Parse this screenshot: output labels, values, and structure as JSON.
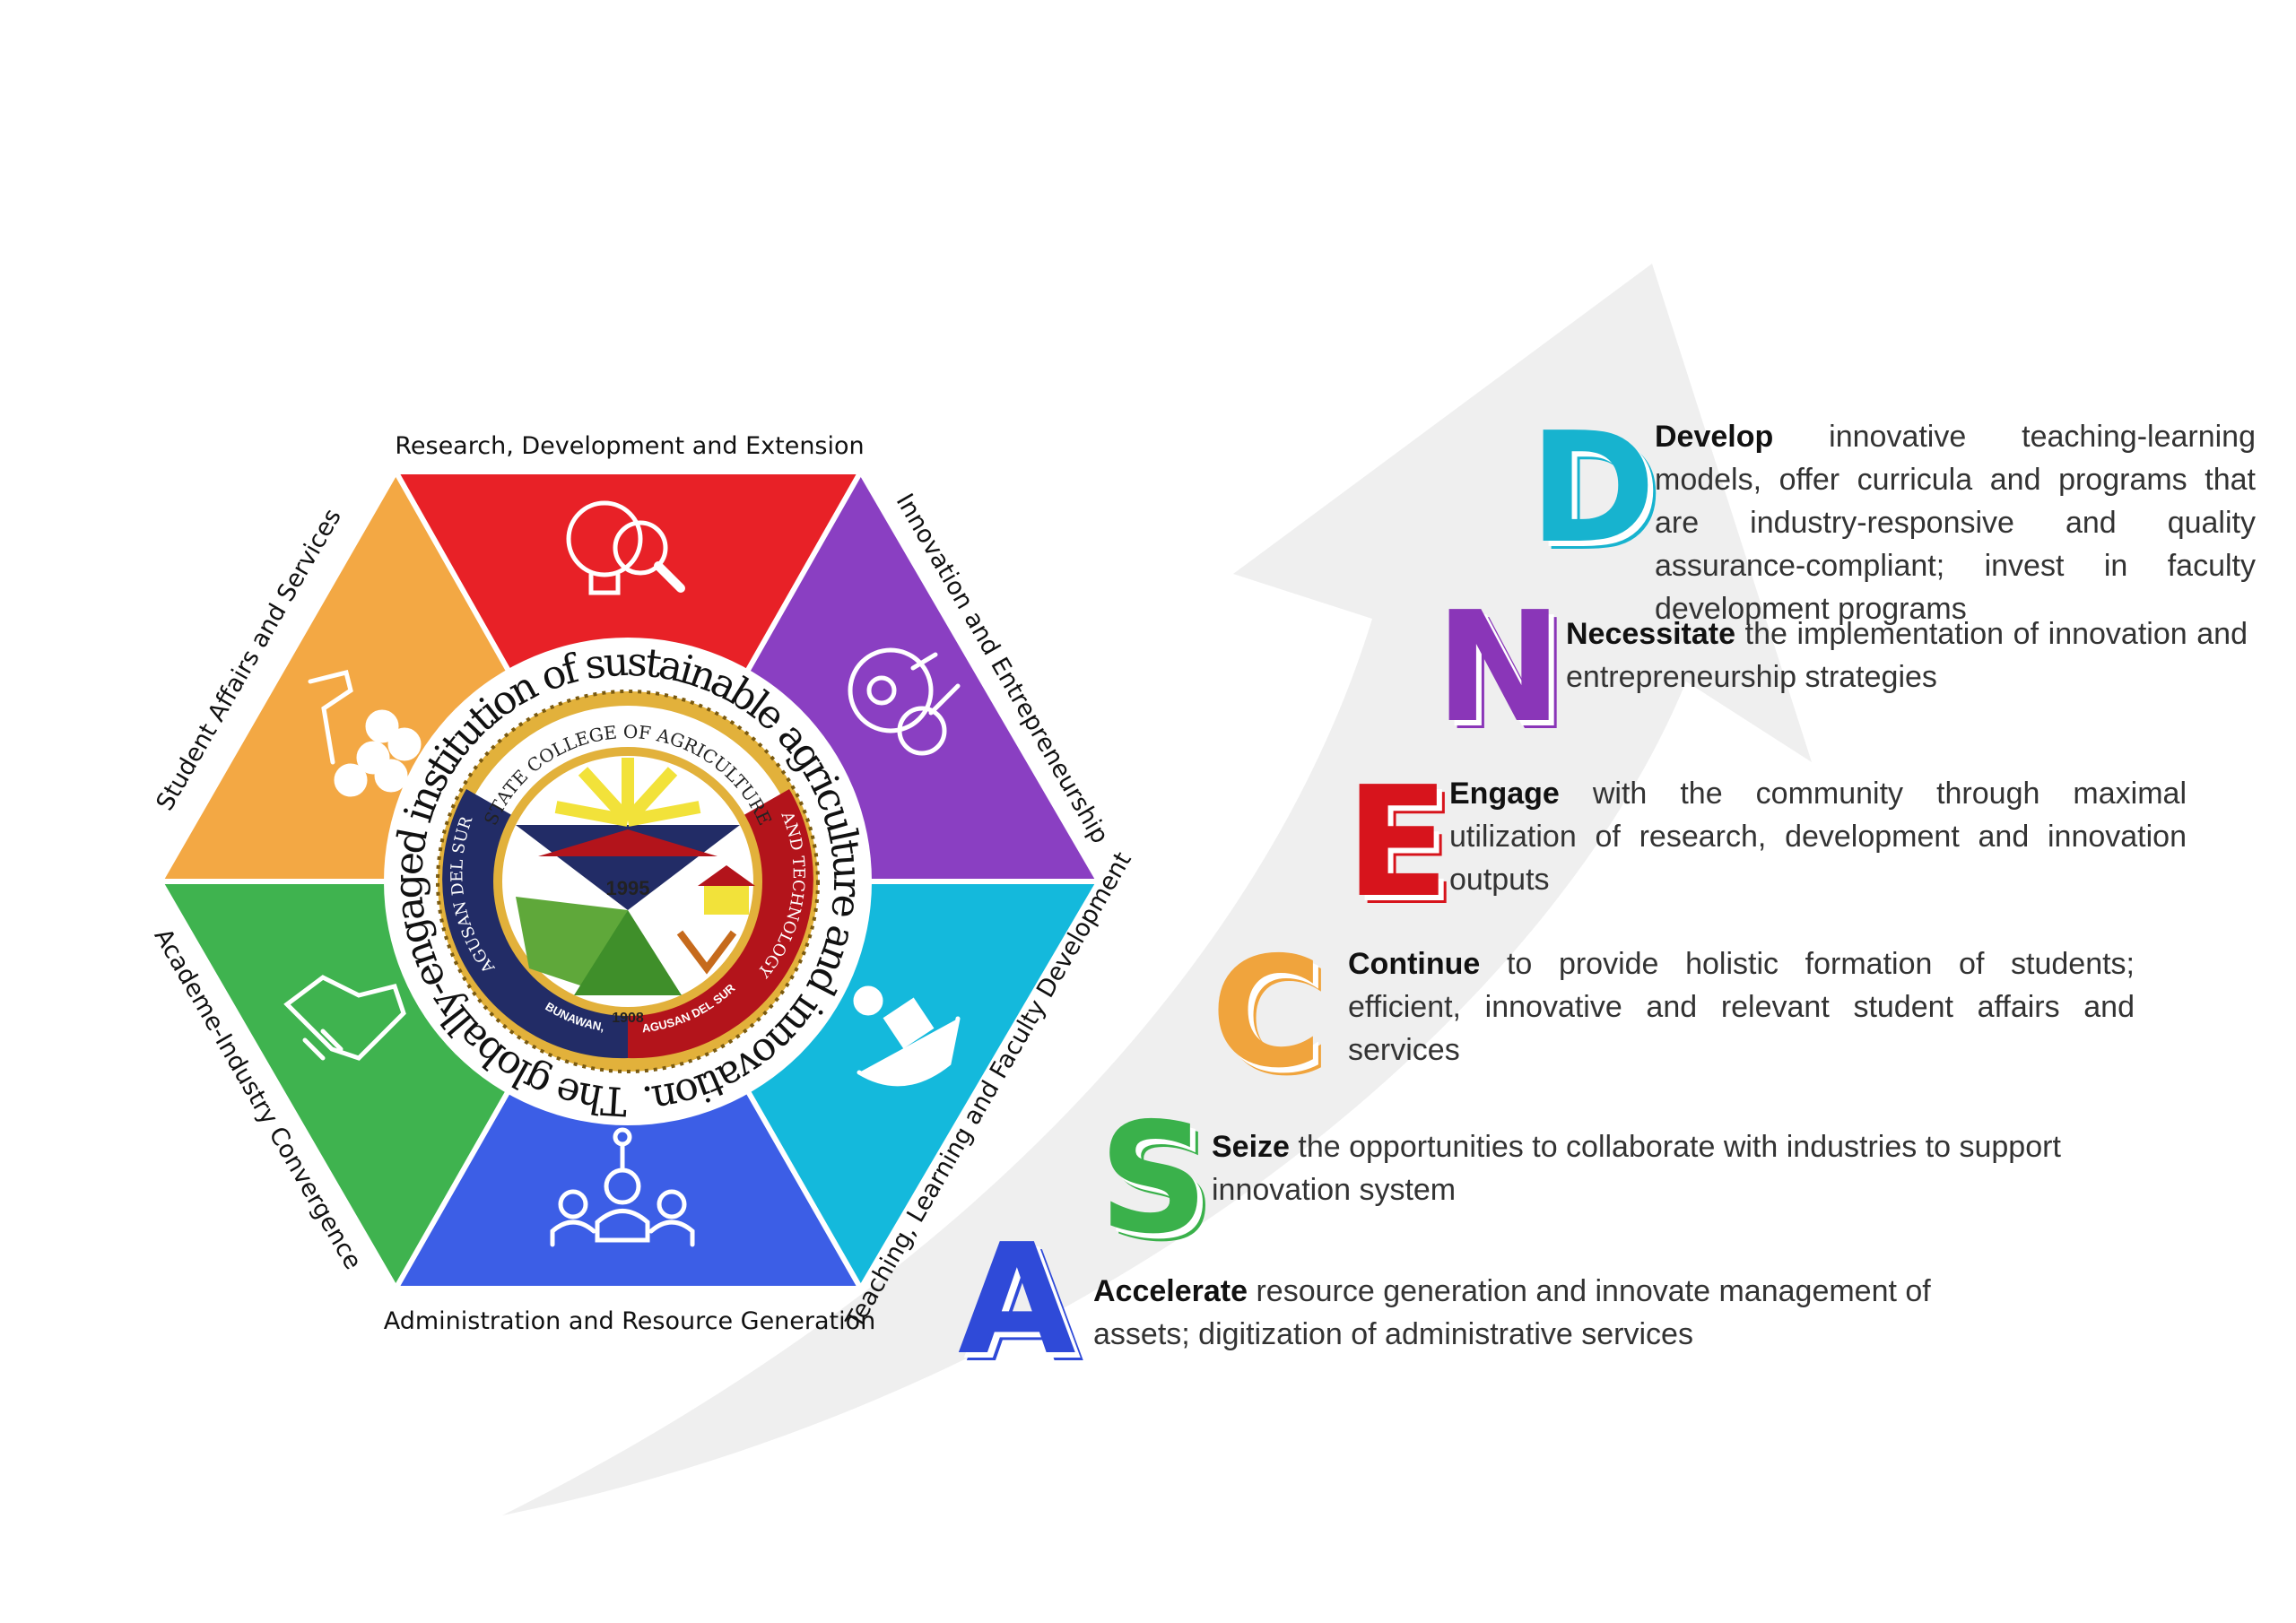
{
  "hexagon": {
    "center_text": "The globally-engaged institution of sustainable agriculture and innovation.",
    "segments": [
      {
        "label": "Research, Development and Extension",
        "color": "#e82127",
        "icon": "research-lightbulb-magnifier-icon"
      },
      {
        "label": "Innovation and Entrepreneurship",
        "color": "#8a3fc2",
        "icon": "innovation-gear-bulb-icon"
      },
      {
        "label": "Teaching, Learning and Faculty Development",
        "color": "#14b9dc",
        "icon": "teaching-hands-book-icon"
      },
      {
        "label": "Administration and Resource Generation",
        "color": "#3c5ee6",
        "icon": "team-network-icon"
      },
      {
        "label": "Academe-Industry Convergence",
        "color": "#3fb34f",
        "icon": "handshake-icon"
      },
      {
        "label": "Student Affairs and Services",
        "color": "#f3a844",
        "icon": "hand-giving-icon"
      }
    ]
  },
  "seal": {
    "top_text": "STATE COLLEGE OF AGRICULTURE",
    "right_text": "AND TECHNOLOGY",
    "left_text": "AGUSAN DEL SUR",
    "bottom_left_text": "BUNAWAN,",
    "bottom_right_text": "AGUSAN DEL SUR",
    "year_top": "1995",
    "year_bottom": "1908"
  },
  "dances": [
    {
      "letter": "D",
      "color": "#17b3cf",
      "bold": "Develop",
      "rest": " innovative teaching-learning models, offer curricula and programs that are industry-responsive and quality assurance-compliant; invest in faculty development programs"
    },
    {
      "letter": "N",
      "color": "#8a36b8",
      "bold": "Necessitate",
      "rest": " the implementation of innovation and entrepreneurship strategies"
    },
    {
      "letter": "E",
      "color": "#d7141c",
      "bold": "Engage",
      "rest": " with the community through maximal utilization of research, development and innovation outputs"
    },
    {
      "letter": "C",
      "color": "#f0a43d",
      "bold": "Continue",
      "rest": " to provide holistic formation of students; efficient, innovative and relevant student affairs and services"
    },
    {
      "letter": "S",
      "color": "#3ab14b",
      "bold": "Seize",
      "rest": " the opportunities to collaborate with industries to support innovation system"
    },
    {
      "letter": "A",
      "color": "#2f4ad8",
      "bold": "Accelerate",
      "rest": " resource generation and innovate management of assets; digitization of administrative services"
    }
  ]
}
